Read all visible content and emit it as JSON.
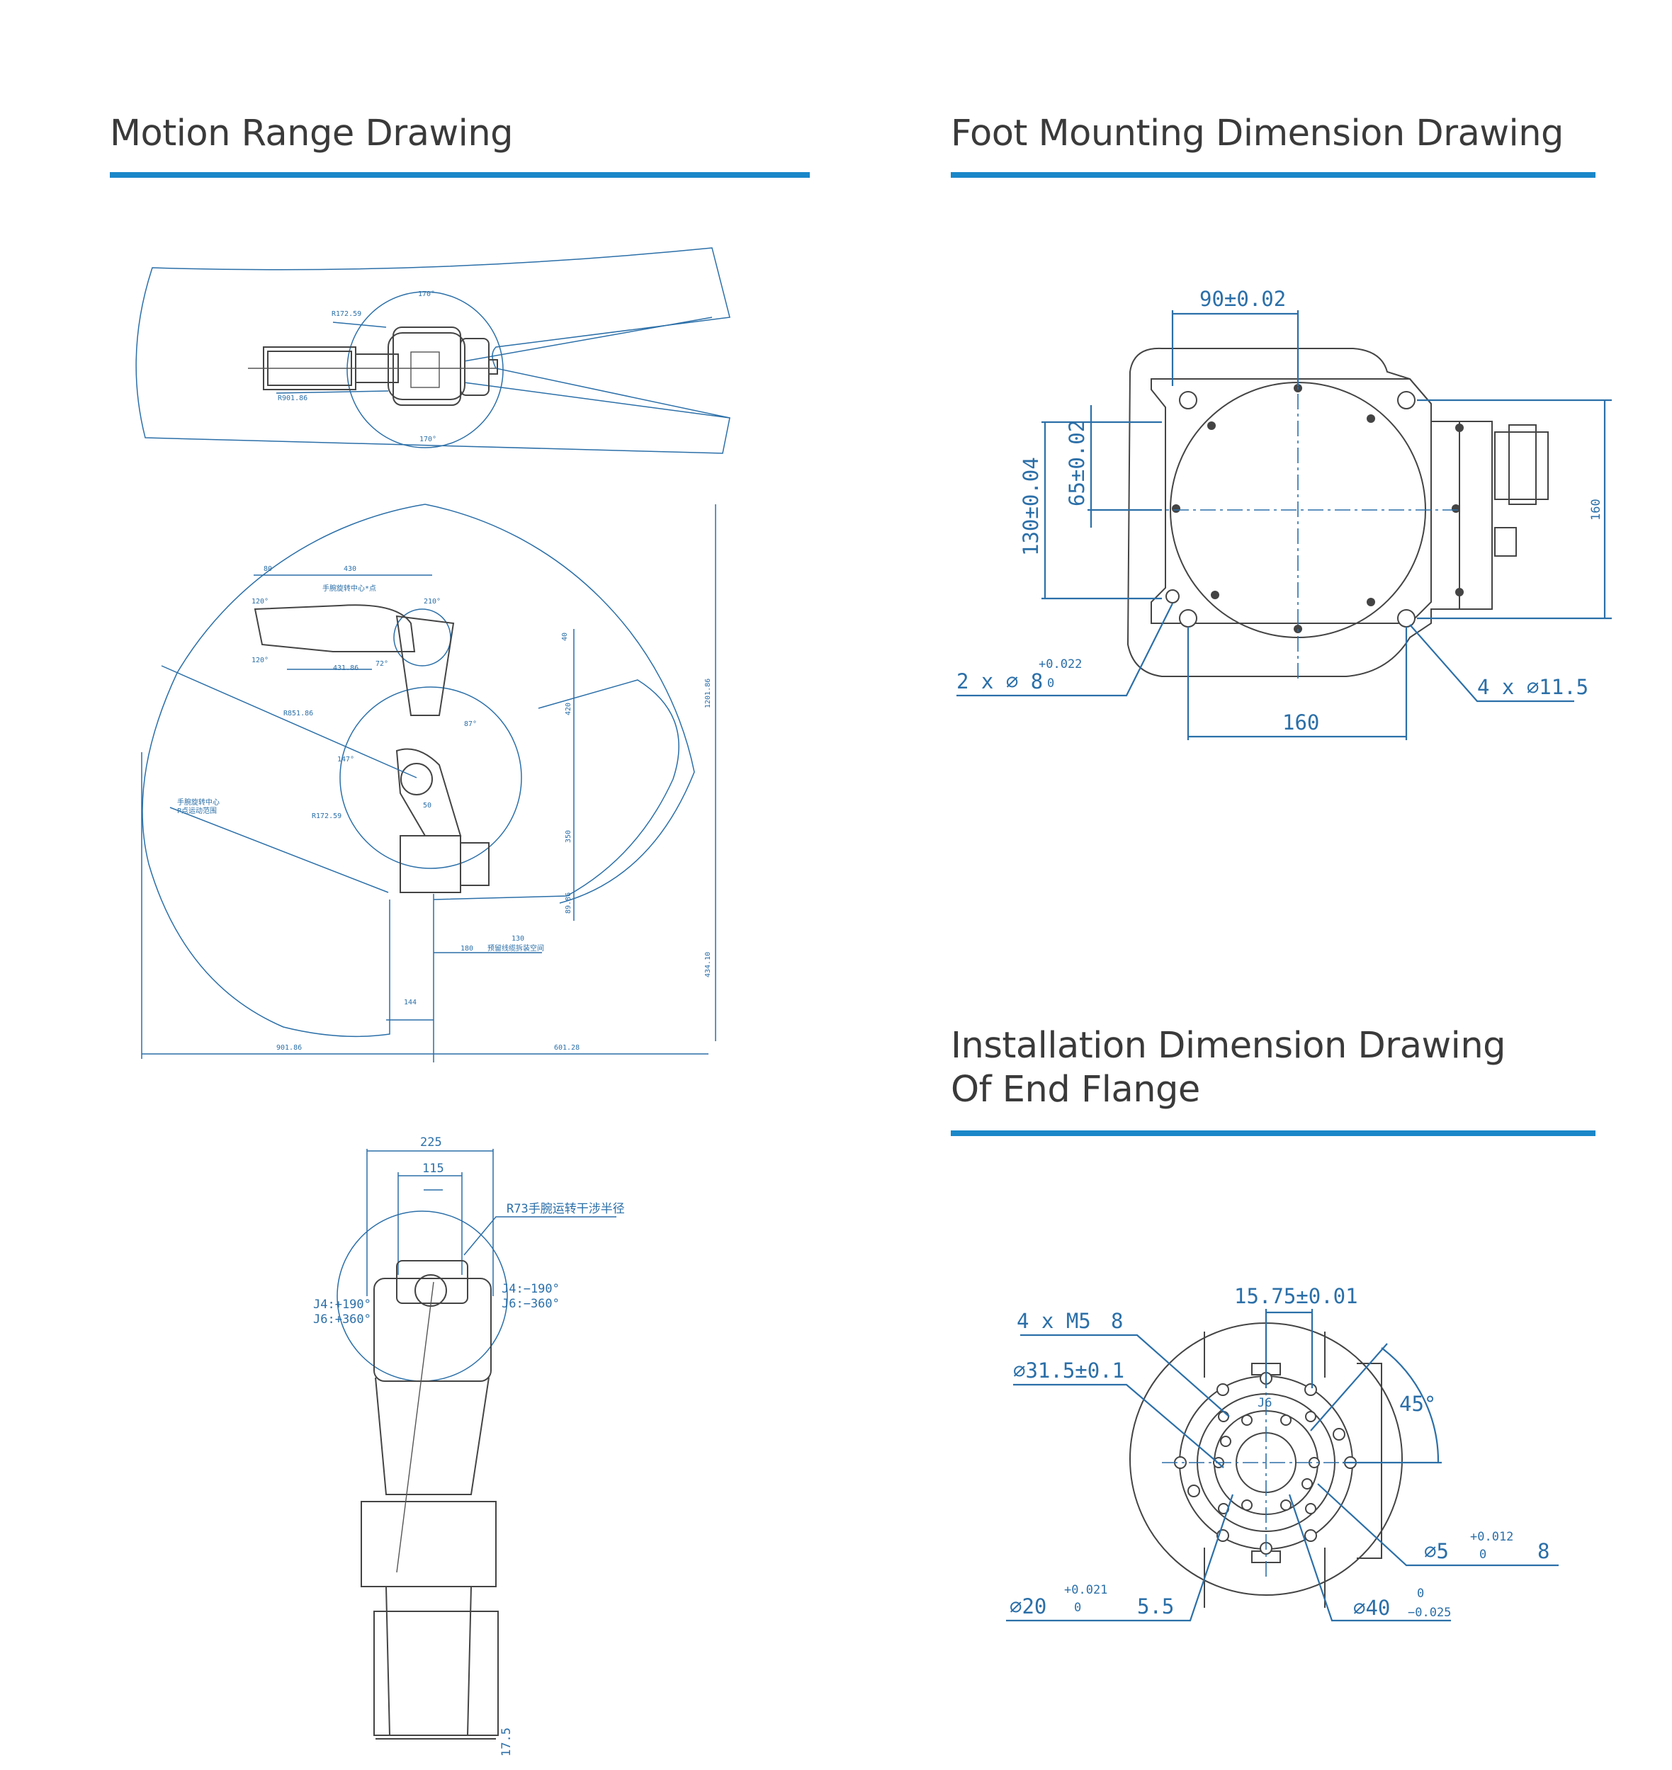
{
  "sections": {
    "motion": {
      "title": "Motion Range Drawing"
    },
    "foot": {
      "title": "Foot Mounting Dimension Drawing"
    },
    "flange": {
      "title_line1": "Installation Dimension Drawing",
      "title_line2": "Of End Flange"
    }
  },
  "colors": {
    "accent": "#1a87c9",
    "dimension_blue": "#2b6fa8",
    "line_gray": "#444444"
  },
  "motion_top": {
    "angle_top": "170°",
    "angle_bottom": "170°",
    "radius": "R172.59",
    "reach": "R901.86"
  },
  "motion_side": {
    "dim_80": "80",
    "dim_430": "430",
    "dim_431": "431.86",
    "wrist_center": "手腕旋转中心*点",
    "angle_120a": "120°",
    "angle_120b": "120°",
    "angle_210": "210°",
    "angle_72": "72°",
    "angle_87": "87°",
    "angle_147": "147°",
    "r851": "R851.86",
    "r172": "R172.59",
    "dim_50": "50",
    "dim_40": "40",
    "dim_420": "420",
    "dim_350": "350",
    "dim_89": "89.86",
    "dim_1201": "1201.86",
    "dim_434": "434.10",
    "dim_180": "180",
    "dim_130": "130",
    "cable_note": "预留线缆拆装空间",
    "dim_144": "144",
    "bottom_left": "901.86",
    "bottom_right": "601.28",
    "area_note_1": "手腕旋转中心",
    "area_note_2": "P点运动范围"
  },
  "motion_front": {
    "dim_225": "225",
    "dim_115": "115",
    "radius_note": "R73手腕运转干涉半径",
    "j4_pos": "J4:+190°",
    "j6_pos": "J6:+360°",
    "j4_neg": "J4:−190°",
    "j6_neg": "J6:−360°",
    "dim_17": "17.5"
  },
  "foot": {
    "dim_top": "90±0.02",
    "dim_left_outer": "130±0.04",
    "dim_left_inner": "65±0.02",
    "dim_right": "160",
    "dim_bottom": "160",
    "pin_label": "2 x ∅ 8",
    "pin_tol_upper": "+0.022",
    "pin_tol_lower": "0",
    "hole_label": "4 x ∅11.5"
  },
  "flange": {
    "dim_top": "15.75±0.01",
    "thread": "4 x M5",
    "thread_depth": "8",
    "pcd": "∅31.5±0.1",
    "angle": "45°",
    "pin5": "∅5",
    "pin5_upper": "+0.012",
    "pin5_lower": "0",
    "pin5_depth": "8",
    "bore20": "∅20",
    "bore20_upper": "+0.021",
    "bore20_lower": "0",
    "bore20_depth": "5.5",
    "bore40": "∅40",
    "bore40_upper": "0",
    "bore40_lower": "−0.025",
    "axis_label": "J6"
  }
}
